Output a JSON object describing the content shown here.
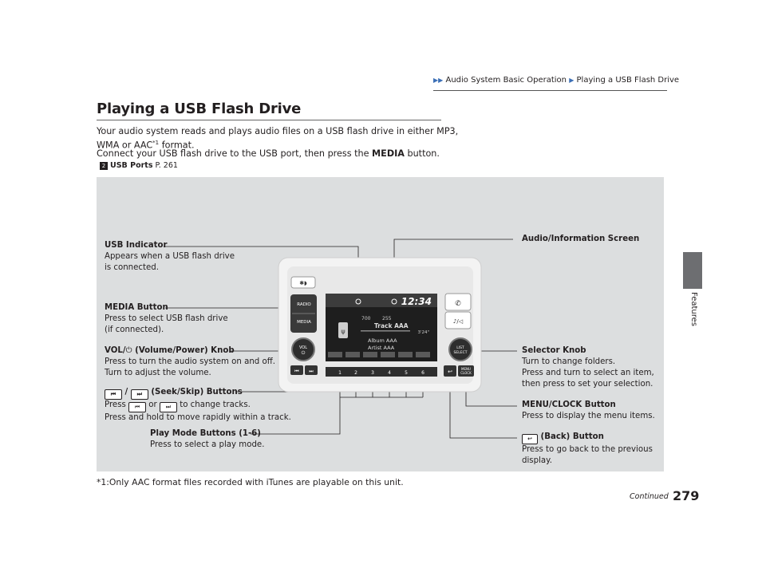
{
  "header": {
    "breadcrumb_section": "Audio System Basic Operation",
    "breadcrumb_page": "Playing a USB Flash Drive",
    "side_tab": "Features"
  },
  "title": "Playing a USB Flash Drive",
  "body": {
    "line1": "Your audio system reads and plays audio files on a USB flash drive in either MP3,",
    "line2_a": "WMA or AAC",
    "line2_sup": "*1",
    "line2_b": " format.",
    "line3_a": "Connect your USB flash drive to the USB port, then press the ",
    "line3_bold": "MEDIA",
    "line3_b": " button.",
    "ref_label": "USB Ports",
    "ref_page": " P. 261"
  },
  "callouts": {
    "usb_title": "USB Indicator",
    "usb_l1": "Appears when a USB flash drive",
    "usb_l2": "is connected.",
    "screen_title": "Audio/Information Screen",
    "media_title": "MEDIA Button",
    "media_l1": "Press to select USB flash drive",
    "media_l2": "(if connected).",
    "vol_title_a": "VOL/",
    "vol_title_b": " (Volume/Power) Knob",
    "vol_l1": "Press to turn the audio system on and off.",
    "vol_l2": "Turn to adjust the volume.",
    "seek_title": " (Seek/Skip) Buttons",
    "seek_l1_a": "Press ",
    "seek_l1_or": " or ",
    "seek_l1_b": " to change tracks.",
    "seek_l2": "Press and hold to move rapidly within a track.",
    "play_title": "Play Mode Buttons (1-6)",
    "play_l1": "Press to select a play mode.",
    "selector_title": "Selector Knob",
    "selector_l1": "Turn to change folders.",
    "selector_l2": "Press and turn to select an item,",
    "selector_l3": "then press to set your selection.",
    "menu_title": "MENU/CLOCK Button",
    "menu_l1": "Press to display the menu items.",
    "back_title": " (Back) Button",
    "back_l1": "Press to go back to the previous",
    "back_l2": "display."
  },
  "unit_screen": {
    "clock": "12:34",
    "folder": "700",
    "tracks": "255",
    "track": "Track AAA",
    "time": "3'24\"",
    "album": "Album AAA",
    "artist": "Artist AAA",
    "radio": "RADIO",
    "media": "MEDIA",
    "vol": "VOL",
    "list": "LIST",
    "select": "SELECT",
    "menu": "MENU",
    "clock_btn": "CLOCK",
    "presets": [
      "1",
      "2",
      "3",
      "4",
      "5",
      "6"
    ]
  },
  "footnote": "*1:Only AAC format files recorded with iTunes are playable on this unit.",
  "continued": "Continued",
  "page_number": "279"
}
